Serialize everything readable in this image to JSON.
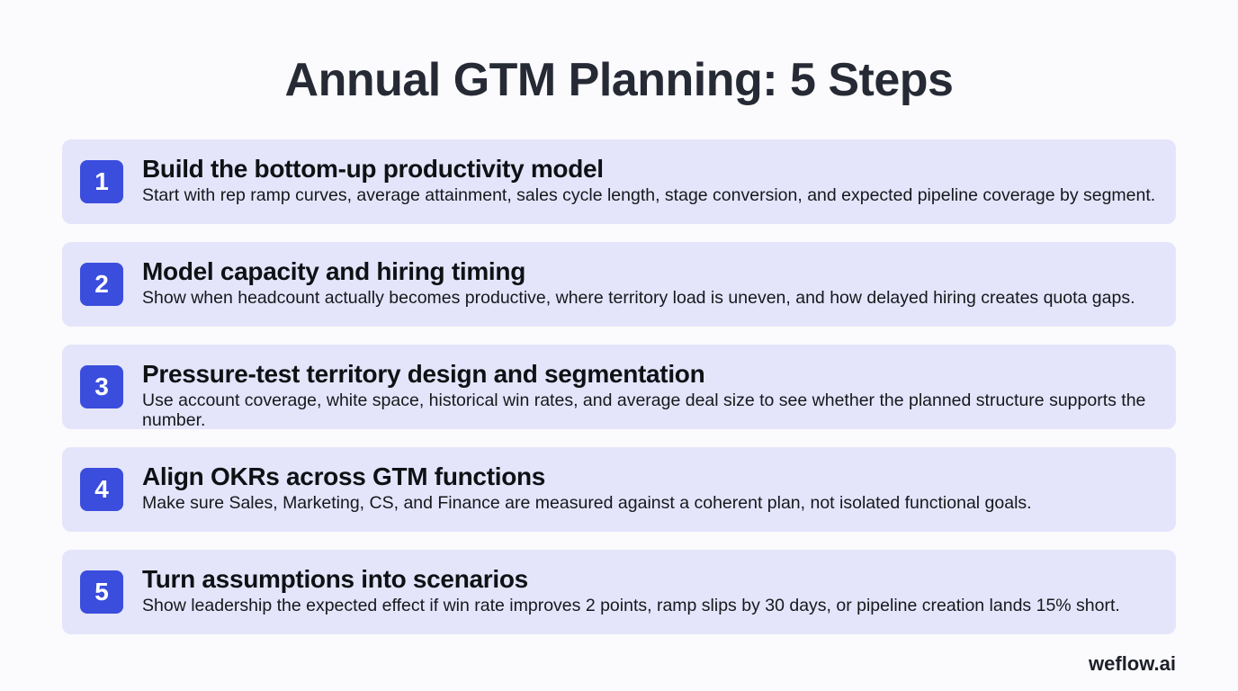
{
  "title": "Annual GTM Planning: 5 Steps",
  "steps": [
    {
      "number": "1",
      "heading": "Build the bottom-up productivity model",
      "description": "Start with rep ramp curves, average attainment, sales cycle length, stage conversion, and expected pipeline coverage by segment."
    },
    {
      "number": "2",
      "heading": "Model capacity and hiring timing",
      "description": "Show when headcount actually becomes productive, where territory load is uneven, and how delayed hiring creates quota gaps."
    },
    {
      "number": "3",
      "heading": "Pressure-test territory design and segmentation",
      "description": "Use account coverage, white space, historical win rates, and average deal size to see whether the planned structure supports the number."
    },
    {
      "number": "4",
      "heading": "Align OKRs across GTM functions",
      "description": "Make sure Sales, Marketing, CS, and Finance are measured against a coherent plan, not isolated functional goals."
    },
    {
      "number": "5",
      "heading": "Turn assumptions into scenarios",
      "description": "Show leadership the expected effect if win rate improves 2 points, ramp slips by 30 days, or pipeline creation lands 15% short."
    }
  ],
  "brand": "weflow.ai",
  "colors": {
    "badge": "#3b4ddd",
    "card_background": "#e4e5fa",
    "title": "#262a35"
  }
}
